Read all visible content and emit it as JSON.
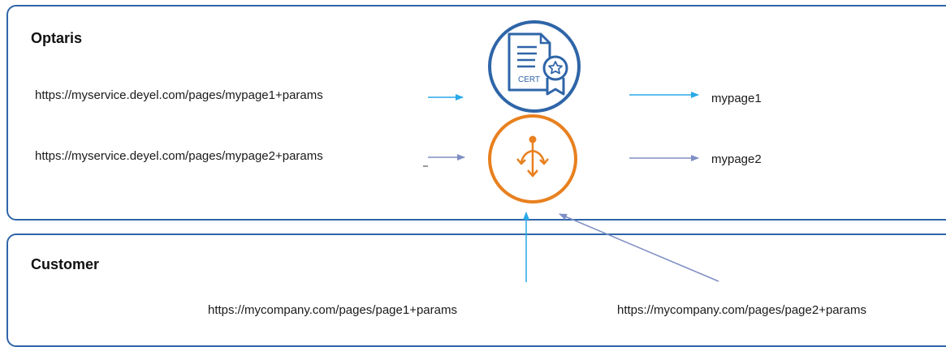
{
  "optaris": {
    "title": "Optaris",
    "service_urls": [
      "https://myservice.deyel.com/pages/mypage1+params",
      "https://myservice.deyel.com/pages/mypage2+params"
    ],
    "pages": [
      "mypage1",
      "mypage2"
    ]
  },
  "customer": {
    "title": "Customer",
    "urls": [
      "https://mycompany.com/pages/page1+params",
      "https://mycompany.com/pages/page2+params"
    ]
  },
  "icons": {
    "certificate": {
      "name": "certificate-icon",
      "text": "CERT",
      "color": "#2f65a8"
    },
    "router": {
      "name": "split-route-icon",
      "color": "#e8801f"
    }
  },
  "colors": {
    "panel_border": "#2f65a8",
    "arrow_light": "#29a9e8",
    "arrow_muted": "#7f8fc4"
  }
}
